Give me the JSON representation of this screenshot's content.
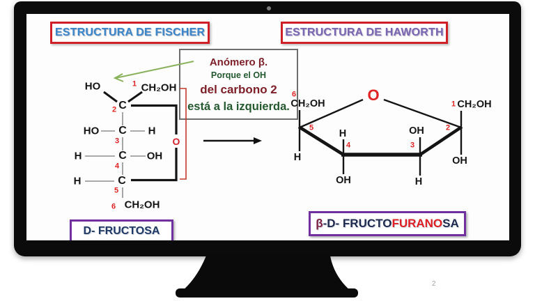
{
  "page_number": "2",
  "titles": {
    "fischer": "ESTRUCTURA DE FISCHER",
    "haworth": "ESTRUCTURA DE HAWORTH"
  },
  "annotation": {
    "l1": "Anómero β.",
    "l2": "Porque el OH",
    "l3": "del carbono 2",
    "l4": "está a la izquierda."
  },
  "fischer": {
    "caption": "D- FRUCTOSA",
    "ring_o": "O",
    "c1": {
      "num": "1",
      "group": "CH₂OH"
    },
    "c2": {
      "num": "2",
      "atom": "C",
      "left": "HO"
    },
    "c3": {
      "num": "3",
      "atom": "C",
      "left": "HO",
      "right": "H"
    },
    "c4": {
      "num": "4",
      "atom": "C",
      "left": "H",
      "right": "OH"
    },
    "c5": {
      "num": "5",
      "atom": "C",
      "left": "H"
    },
    "c6": {
      "num": "6",
      "group": "CH₂OH"
    }
  },
  "haworth": {
    "ring_o": "O",
    "c1": {
      "num": "1",
      "group": "CH₂OH"
    },
    "c2": {
      "num": "2",
      "below": "OH"
    },
    "c3": {
      "num": "3",
      "above": "OH",
      "below": "H"
    },
    "c4": {
      "num": "4",
      "above": "H",
      "below": "OH"
    },
    "c5": {
      "num": "5",
      "below": "H"
    },
    "c6": {
      "num": "6",
      "group": "CH₂OH"
    },
    "caption": {
      "beta": "β",
      "d": "-D- FRUCTO",
      "furano": "FURANO",
      "sa": "SA"
    }
  },
  "icons": {
    "camera_dot": "●"
  },
  "colors": {
    "border_red": "#cf2027",
    "number_red": "#e02424",
    "title_blue": "#3b86c9",
    "title_purple": "#7a66b0",
    "annotation_dark_red": "#7d1f28",
    "annotation_dark_green": "#24592f",
    "caption_navy": "#1f3864",
    "caption_purple_border": "#7030a0",
    "furano_red": "#dd1f24",
    "green_arrow": "#8ab25c",
    "bracket_red": "#c0392b",
    "monitor_black": "#0b0b0b"
  }
}
